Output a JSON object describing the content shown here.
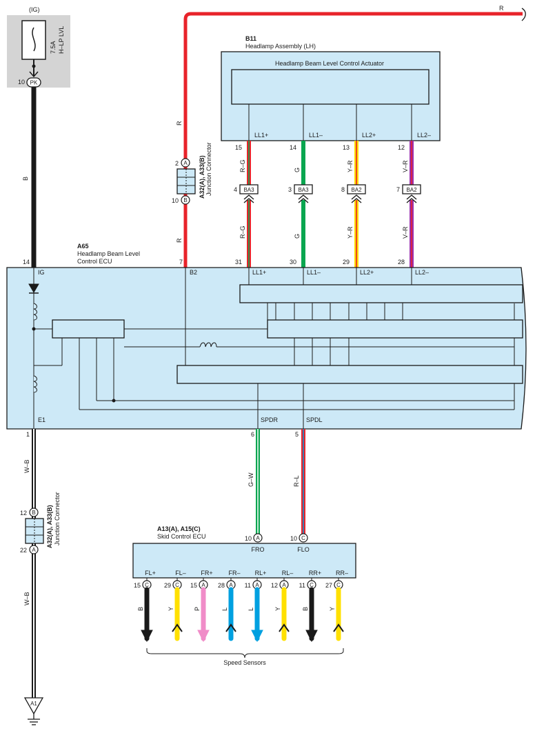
{
  "fuse": {
    "circuit": "(IG)",
    "rating": "7.5A",
    "name": "H–LP LVL",
    "pin": "10",
    "pin_code": "PK"
  },
  "wire_colors": {
    "R": "#e8232a",
    "B": "#1a1a1a",
    "G": "#0aa650",
    "Y": "#ffe000",
    "P": "#f08cc8",
    "L": "#00a0e0",
    "O": "#f7941d",
    "V": "#9b2fae",
    "W": "#ffffff"
  },
  "panel_fill": "#cde9f7",
  "top_wire": {
    "label": "R"
  },
  "b11": {
    "id": "B11",
    "name": "Headlamp Assembly (LH)",
    "actuator": "Headlamp Beam Level Control Actuator",
    "terminals": [
      {
        "name": "LL1+",
        "pin": "15",
        "color": "R–G",
        "conn_pin": "4",
        "conn": "BA3",
        "ecu_pin": "31"
      },
      {
        "name": "LL1–",
        "pin": "14",
        "color": "G",
        "conn_pin": "3",
        "conn": "BA3",
        "ecu_pin": "30"
      },
      {
        "name": "LL2+",
        "pin": "13",
        "color": "Y–R",
        "conn_pin": "8",
        "conn": "BA2",
        "ecu_pin": "29"
      },
      {
        "name": "LL2–",
        "pin": "12",
        "color": "V–R",
        "conn_pin": "7",
        "conn": "BA2",
        "ecu_pin": "28"
      }
    ]
  },
  "jc_top": {
    "name": "A32(A), A33(B)",
    "type": "Junction Connector",
    "pin_a": "2",
    "letter_a": "A",
    "pin_b": "10",
    "letter_b": "B",
    "wire_above": "R",
    "wire_below": "R"
  },
  "jc_bottom": {
    "name": "A32(A), A33(B)",
    "type": "Junction Connector",
    "pin_a": "12",
    "letter_a": "B",
    "pin_b": "22",
    "letter_b": "A",
    "wire_above": "W–B",
    "wire_below": "W–B"
  },
  "black_wire": {
    "label": "B"
  },
  "a65": {
    "id": "A65",
    "name": "Headlamp Beam Level",
    "name2": "Control ECU",
    "pin_ig": "14",
    "term_ig": "IG",
    "pin_b2": "7",
    "term_b2": "B2",
    "ll": [
      "LL1+",
      "LL1–",
      "LL2+",
      "LL2–"
    ],
    "pin_e1": "1",
    "term_e1": "E1",
    "pin_spdr": "6",
    "term_spdr": "SPDR",
    "pin_spdl": "5",
    "term_spdl": "SPDL"
  },
  "spd_wires": {
    "left": "G–W",
    "right": "R–L"
  },
  "skid": {
    "id": "A13(A), A15(C)",
    "name": "Skid Control ECU",
    "top": [
      {
        "pin": "10",
        "letter": "A",
        "term": "FRO"
      },
      {
        "pin": "10",
        "letter": "C",
        "term": "FLO"
      }
    ],
    "bottom": [
      {
        "term": "FL+",
        "pin": "15",
        "letter": "C",
        "color": "B",
        "dir": "down"
      },
      {
        "term": "FL–",
        "pin": "29",
        "letter": "C",
        "color": "Y",
        "dir": "up"
      },
      {
        "term": "FR+",
        "pin": "15",
        "letter": "A",
        "color": "P",
        "dir": "down"
      },
      {
        "term": "FR–",
        "pin": "28",
        "letter": "A",
        "color": "L",
        "dir": "up"
      },
      {
        "term": "RL+",
        "pin": "11",
        "letter": "A",
        "color": "L",
        "dir": "down"
      },
      {
        "term": "RL–",
        "pin": "12",
        "letter": "A",
        "color": "Y",
        "dir": "up"
      },
      {
        "term": "RR+",
        "pin": "11",
        "letter": "C",
        "color": "B",
        "dir": "down"
      },
      {
        "term": "RR–",
        "pin": "27",
        "letter": "C",
        "color": "Y",
        "dir": "up"
      }
    ],
    "group_label": "Speed Sensors"
  },
  "ground": {
    "id": "A1"
  }
}
